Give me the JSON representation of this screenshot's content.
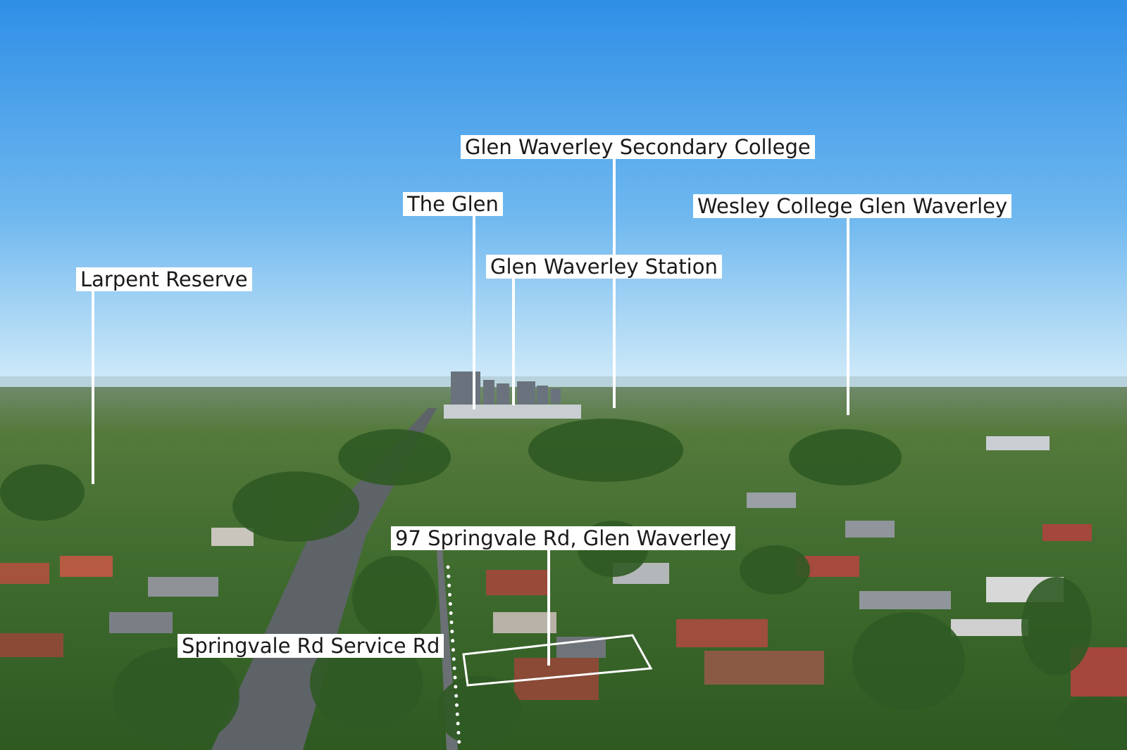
{
  "annotations": {
    "larpent_reserve": "Larpent Reserve",
    "the_glen": "The Glen",
    "glen_waverley_station": "Glen Waverley Station",
    "glen_waverley_secondary_college": "Glen Waverley Secondary College",
    "wesley_college": "Wesley College Glen Waverley",
    "property_address": "97 Springvale Rd, Glen Waverley",
    "service_road": "Springvale Rd Service Rd"
  },
  "colors": {
    "label_background": "#ffffff",
    "label_text": "#1a1a1a",
    "sky_top": "#2f8fe6",
    "sky_horizon": "#d7eef9",
    "foliage": "#3f6b2e"
  }
}
